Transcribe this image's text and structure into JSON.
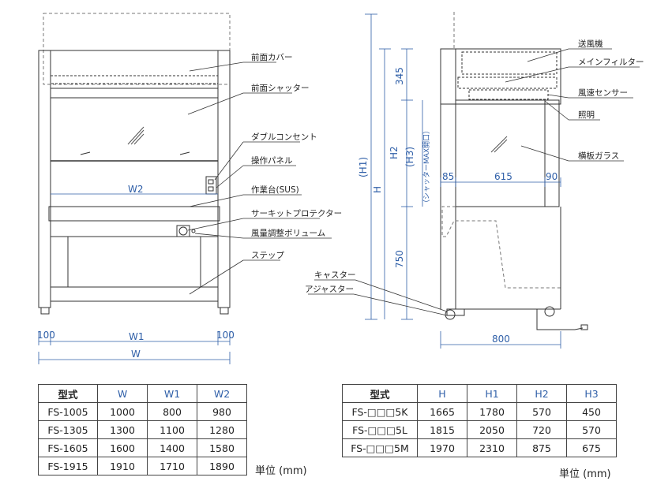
{
  "front_view": {
    "callouts": {
      "front_cover": "前面カバー",
      "front_shutter": "前面シャッター",
      "double_outlet": "ダブルコンセント",
      "control_panel": "操作パネル",
      "worktop": "作業台(SUS)",
      "circuit_protector": "サーキットプロテクター",
      "airflow_volume": "風量調整ボリューム",
      "step": "ステップ"
    },
    "dims": {
      "w2": "W2",
      "left_margin": "100",
      "w1": "W1",
      "right_margin": "100",
      "w": "W"
    }
  },
  "side_view": {
    "callouts": {
      "blower": "送風機",
      "main_filter": "メインフィルター",
      "air_sensor": "風速センサー",
      "lighting": "照明",
      "side_glass": "横板ガラス",
      "caster": "キャスター",
      "adjuster": "アジャスター"
    },
    "dims": {
      "h1": "(H1)",
      "h": "H",
      "top": "345",
      "h2": "H2",
      "h3": "(H3)",
      "shutter_note": "（シャッターMAX開口）",
      "bottom": "750",
      "d_left": "85",
      "d_mid": "615",
      "d_right": "90",
      "depth": "800"
    }
  },
  "table_w": {
    "headers": [
      "型式",
      "W",
      "W1",
      "W2"
    ],
    "rows": [
      [
        "FS-1005",
        "1000",
        "800",
        "980"
      ],
      [
        "FS-1305",
        "1300",
        "1100",
        "1280"
      ],
      [
        "FS-1605",
        "1600",
        "1400",
        "1580"
      ],
      [
        "FS-1915",
        "1910",
        "1710",
        "1890"
      ]
    ],
    "unit": "単位 (mm)"
  },
  "table_h": {
    "headers": [
      "型式",
      "H",
      "H1",
      "H2",
      "H3"
    ],
    "rows": [
      [
        "FS-□□□5K",
        "1665",
        "1780",
        "570",
        "450"
      ],
      [
        "FS-□□□5L",
        "1815",
        "2050",
        "720",
        "570"
      ],
      [
        "FS-□□□5M",
        "1970",
        "2310",
        "875",
        "675"
      ]
    ],
    "unit": "単位 (mm)"
  },
  "colors": {
    "dimension": "#2f5fa8",
    "line": "#333333"
  }
}
